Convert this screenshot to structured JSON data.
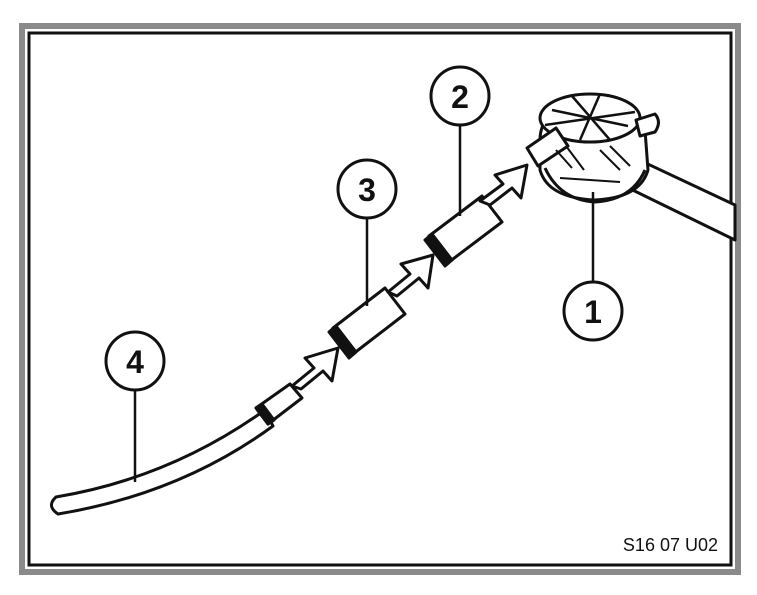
{
  "diagram": {
    "callouts": [
      {
        "label": "1"
      },
      {
        "label": "2"
      },
      {
        "label": "3"
      },
      {
        "label": "4"
      }
    ],
    "figure_code": "S16 07 U02"
  },
  "colors": {
    "ink": "#111111",
    "background": "#ffffff",
    "frame_outer": "#8a8a8a"
  }
}
